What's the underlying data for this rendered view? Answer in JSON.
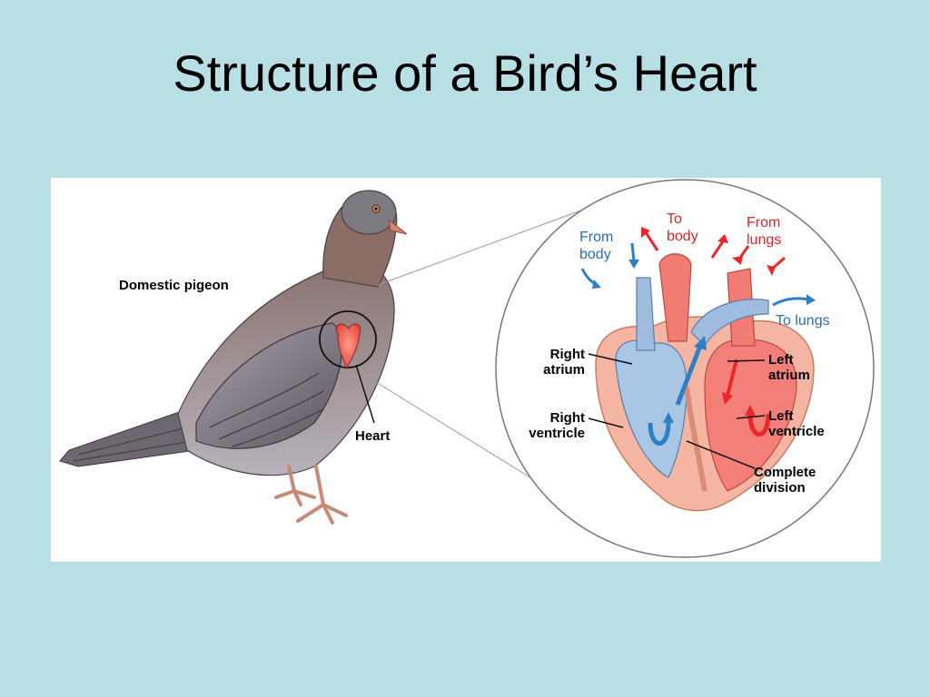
{
  "slide": {
    "title": "Structure of a Bird’s Heart"
  },
  "labels": {
    "domestic_pigeon": "Domestic pigeon",
    "heart": "Heart",
    "right_atrium": "Right atrium",
    "right_ventricle": "Right ventricle",
    "left_atrium": "Left atrium",
    "left_ventricle": "Left ventricle",
    "complete_division": "Complete division"
  },
  "flow_labels": {
    "from_body": "From body",
    "to_body": "To body",
    "from_lungs": "From lungs",
    "to_lungs": "To lungs"
  },
  "colors": {
    "background": "#b8dfe3",
    "oxygenated": "#e8282a",
    "deoxygenated": "#2f7fc4",
    "flow_label_blue": "#2a6db5",
    "flow_label_red": "#d8262c"
  }
}
